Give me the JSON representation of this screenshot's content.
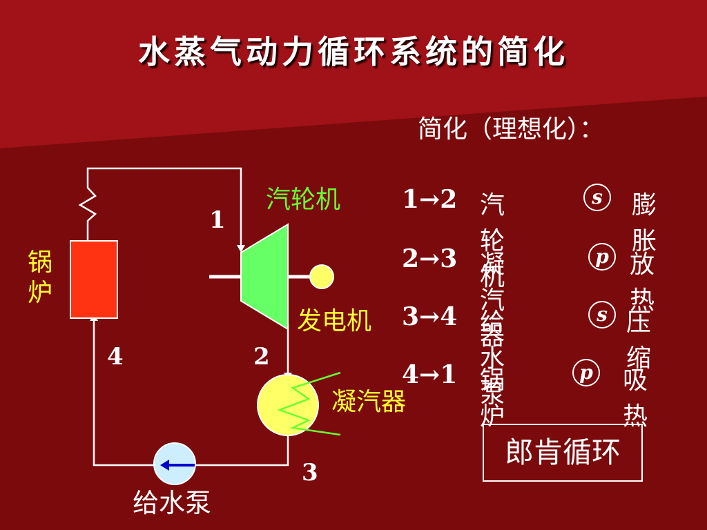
{
  "title": "水蒸气动力循环系统的简化",
  "subtitle": "简化（理想化）：",
  "diagram": {
    "boiler_label": "锅炉",
    "turbine_label": "汽轮机",
    "generator_label": "发电机",
    "condenser_label": "凝汽器",
    "pump_label": "给水泵",
    "points": [
      "1",
      "2",
      "3",
      "4"
    ]
  },
  "steps": [
    {
      "num": "1→2",
      "device": "汽轮机",
      "symbol": "s",
      "process": "膨胀"
    },
    {
      "num": "2→3",
      "device": "凝汽器",
      "symbol": "p",
      "process": "放热"
    },
    {
      "num": "3→4",
      "device": "给水泵",
      "symbol": "s",
      "process": "压缩"
    },
    {
      "num": "4→1",
      "device": "锅炉",
      "symbol": "p",
      "process": "吸热"
    }
  ],
  "cycle_name": "郎肯循环",
  "colors": {
    "background": "#7a0a0c",
    "boiler": "#ff3311",
    "turbine": "#66ff66",
    "condenser": "#ffff66",
    "pump": "#cceeff",
    "arrow_blue": "#0000cc",
    "label_green": "#66ff33",
    "label_yellow": "#ffff33"
  }
}
